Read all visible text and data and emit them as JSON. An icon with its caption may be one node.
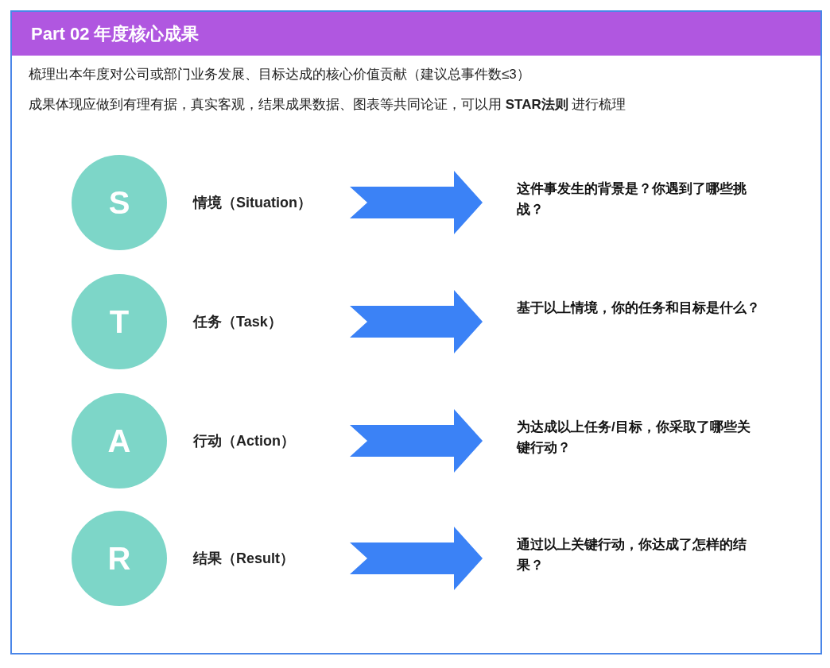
{
  "diagram": {
    "title": "Part 02 年度核心成果",
    "nodes": [
      {
        "text": [
          "S"
        ]
      },
      {
        "text": [
          "情境（Situation）"
        ]
      },
      {
        "text": [
          "这件事发生的背景是？你遇到了哪些挑战？"
        ]
      },
      {
        "text": [
          "T"
        ]
      },
      {
        "text": [
          "任务（Task）"
        ]
      },
      {
        "text": [
          "基于以上情境，你的任务和目标是什么？"
        ]
      },
      {
        "text": [
          "A"
        ]
      },
      {
        "text": [
          "行动（Action）"
        ]
      },
      {
        "text": [
          "为达成以上任务/目标，你采取了哪些关键行动？"
        ]
      },
      {
        "text": [
          "R"
        ]
      },
      {
        "text": [
          "结果（Result）"
        ]
      },
      {
        "text": [
          "通过以上关键行动，你达成了怎样的结果？"
        ]
      }
    ],
    "edges": [
      {
        "from": 1,
        "to": 2,
        "arrow": "to",
        "style": "thick"
      },
      {
        "from": 4,
        "to": 5,
        "arrow": "to",
        "style": "thick"
      },
      {
        "from": 7,
        "to": 8,
        "arrow": "to",
        "style": "thick"
      },
      {
        "from": 10,
        "to": 11,
        "arrow": "to",
        "style": "thick"
      }
    ],
    "labels": [
      "梳理出本年度对公司或部门业务发展、目标达成的核心价值贡献（建议总事件数≤3）",
      "成果体现应做到有理有据，真实客观，结果成果数据、图表等共同论证，可以用 **STAR法则** 进行梳理"
    ]
  }
}
